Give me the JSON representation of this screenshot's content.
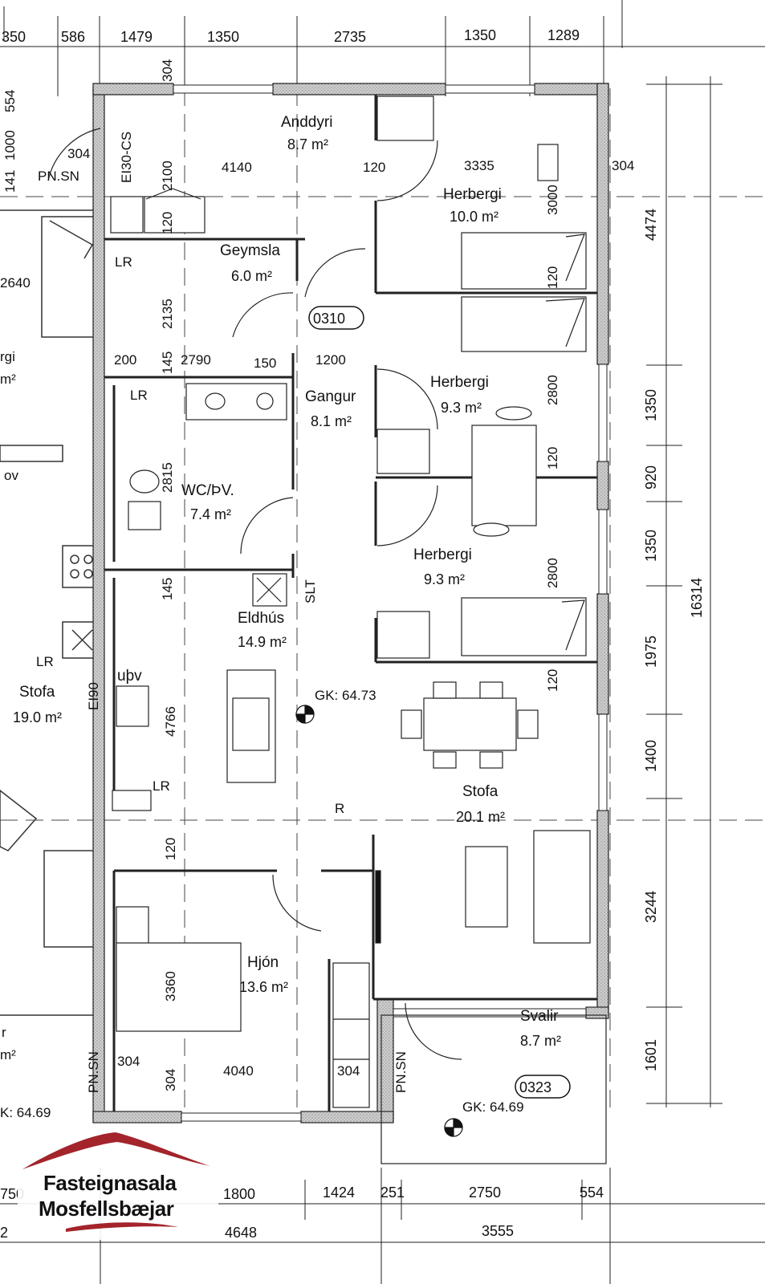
{
  "rooms": [
    {
      "name": "Anddyri",
      "area": "8.7 m²"
    },
    {
      "name": "Herbergi",
      "area": "10.0 m²"
    },
    {
      "name": "Geymsla",
      "area": "6.0 m²"
    },
    {
      "name": "Gangur",
      "area": "8.1 m²"
    },
    {
      "name": "Herbergi",
      "area": "9.3 m²"
    },
    {
      "name": "WC/ÞV.",
      "area": "7.4 m²"
    },
    {
      "name": "Herbergi",
      "area": "9.3 m²"
    },
    {
      "name": "Eldhús",
      "area": "14.9 m²"
    },
    {
      "name": "Stofa",
      "area": "20.1 m²"
    },
    {
      "name": "Hjón",
      "area": "13.6 m²"
    },
    {
      "name": "Svalir",
      "area": "8.7 m²"
    },
    {
      "name": "Stofa",
      "area": "19.0 m²"
    }
  ],
  "tags": {
    "apt_0310": "0310",
    "apt_0323": "0323",
    "gk_1": "GK: 64.73",
    "gk_2": "GK: 64.69",
    "gk_3": "K: 64.69",
    "lr": "LR",
    "upv": "uþv",
    "slt": "SLT",
    "r": "R",
    "ei30": "EI30-CS",
    "ei90": "EI90",
    "pnsn": "PN.SN",
    "ov": "ov",
    "rgi": "rgi",
    "r_left": "r",
    "m2_frag": "m²"
  },
  "dims_top": [
    "350",
    "586",
    "1479",
    "1350",
    "2735",
    "1350",
    "1289"
  ],
  "dims_bottom_1": [
    "750",
    "1800",
    "1424",
    "251",
    "2750",
    "554"
  ],
  "dims_bottom_2": [
    "2",
    "4648",
    "3555"
  ],
  "dims_right": [
    "4474",
    "1350",
    "920",
    "1350",
    "1975",
    "1400",
    "3244",
    "1601"
  ],
  "dims_total": "16314",
  "dims_inner": {
    "d304a": "304",
    "d554": "554",
    "d1000": "1000",
    "d141": "141",
    "d304b": "304",
    "d2100": "2100",
    "d4140": "4140",
    "d120a": "120",
    "d3335": "3335",
    "d304c": "304",
    "d3000": "3000",
    "d2640": "2640",
    "d120b": "120",
    "d2135": "2135",
    "d120c": "120",
    "d200": "200",
    "d145a": "145",
    "d2790": "2790",
    "d150": "150",
    "d1200": "1200",
    "d2800a": "2800",
    "d2815": "2815",
    "d120d": "120",
    "d145b": "145",
    "d2800b": "2800",
    "d120e": "120",
    "d4766": "4766",
    "d120f": "120",
    "d3360": "3360",
    "d304d": "304",
    "d304e": "304",
    "d4040": "4040",
    "d304f": "304"
  },
  "logo": {
    "line1": "Fasteignasala",
    "line2": "Mosfellsbæjar",
    "accent": "#a3242b"
  }
}
